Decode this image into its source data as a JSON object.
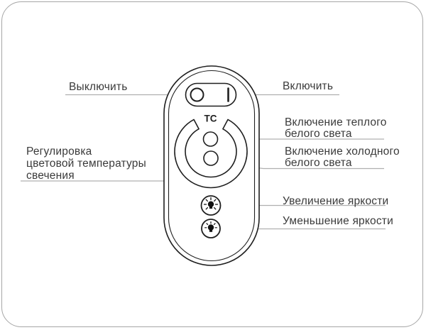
{
  "figure": {
    "type": "remote-control-annotated-diagram",
    "remote": {
      "tc_label": "TC",
      "power_switch": {
        "off_symbol": "O",
        "on_symbol": "I"
      },
      "icons": [
        "power-off-symbol",
        "power-on-symbol",
        "warm-white-button",
        "cold-white-button",
        "brightness-up-bulb-icon",
        "brightness-down-bulb-icon"
      ]
    },
    "annotations": {
      "off": "Выключить",
      "on": "Включить",
      "warm_white": "Включение теплого\nбелого света",
      "cold_white": "Включение холодного\nбелого света",
      "color_temperature": "Регулировка\nцветовой температуры\nсвечения",
      "brightness_up": "Увеличение яркости",
      "brightness_down": "Уменьшение яркости"
    },
    "colors": {
      "text": "#3a3a3a",
      "connector_line": "#b0b0b0",
      "remote_outline": "#1f1f1f",
      "page_border": "#a6a6a6",
      "background": "#ffffff"
    }
  }
}
